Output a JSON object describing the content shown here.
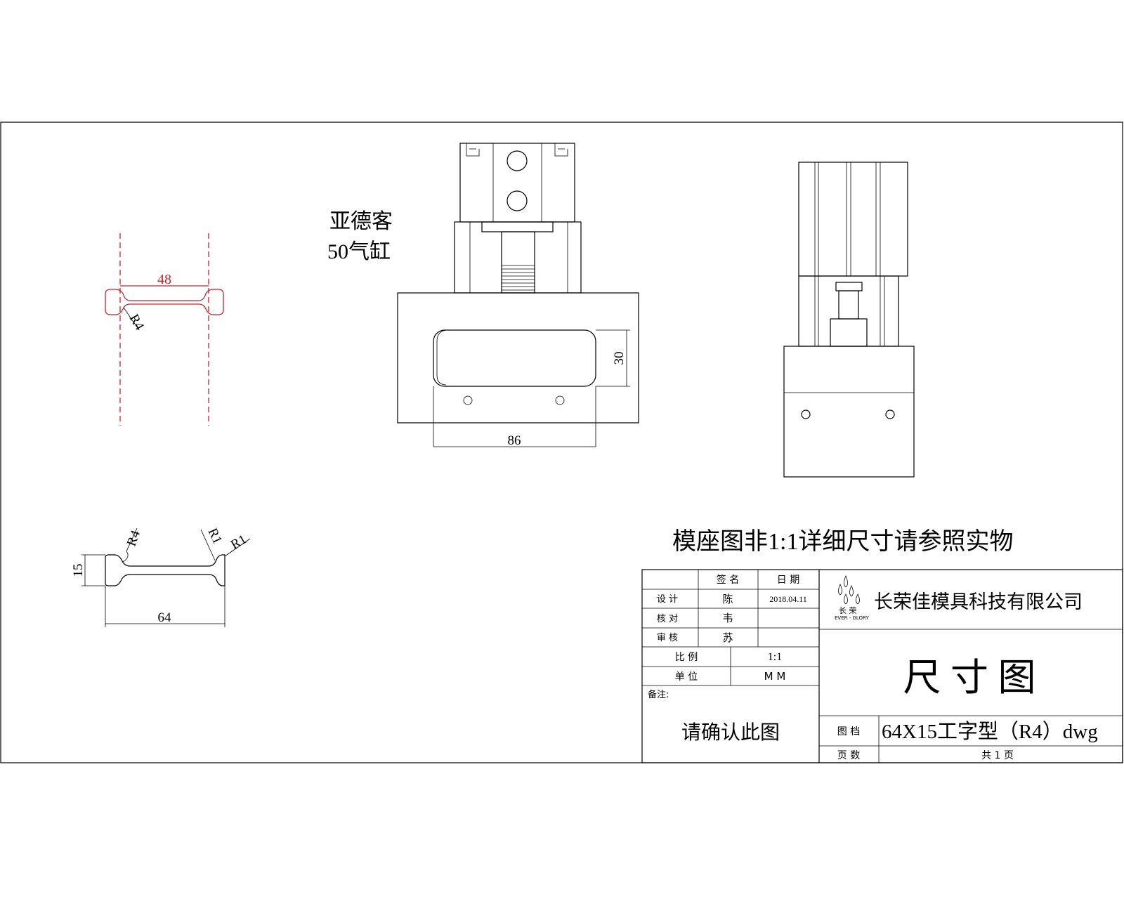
{
  "cylinder_label": {
    "line1": "亚德客",
    "line2": "50气缸"
  },
  "profile_top": {
    "width": "48",
    "radius": "R4"
  },
  "profile_bottom": {
    "height": "15",
    "width": "64",
    "radius_left": "R4",
    "radius_mid": "R1",
    "radius_right": "R1"
  },
  "front_view": {
    "height_dim": "30",
    "width_dim": "86"
  },
  "note": "模座图非1:1详细尺寸请参照实物",
  "title_block": {
    "hdr_sign": "签  名",
    "hdr_date": "日  期",
    "row_design": {
      "label": "设  计",
      "name": "陈",
      "date": "2018.04.11"
    },
    "row_check": {
      "label": "核  对",
      "name": "韦",
      "date": ""
    },
    "row_audit": {
      "label": "审  核",
      "name": "苏",
      "date": ""
    },
    "row_scale": {
      "label": "比  例",
      "value": "1:1"
    },
    "row_unit": {
      "label": "单  位",
      "value": "M M"
    },
    "remarks_label": "备注:",
    "remarks_text": "请确认此图",
    "logo_text": "长 荣",
    "logo_sub": "EVER - GLORY",
    "company": "长荣佳模具科技有限公司",
    "drawing_title": "尺  寸  图",
    "fig_label": "图  档",
    "fig_value": "64X15工字型（R4）dwg",
    "page_label": "页  数",
    "page_value": "共 1 页"
  },
  "colors": {
    "line": "#000000",
    "red": "#c0262c"
  }
}
